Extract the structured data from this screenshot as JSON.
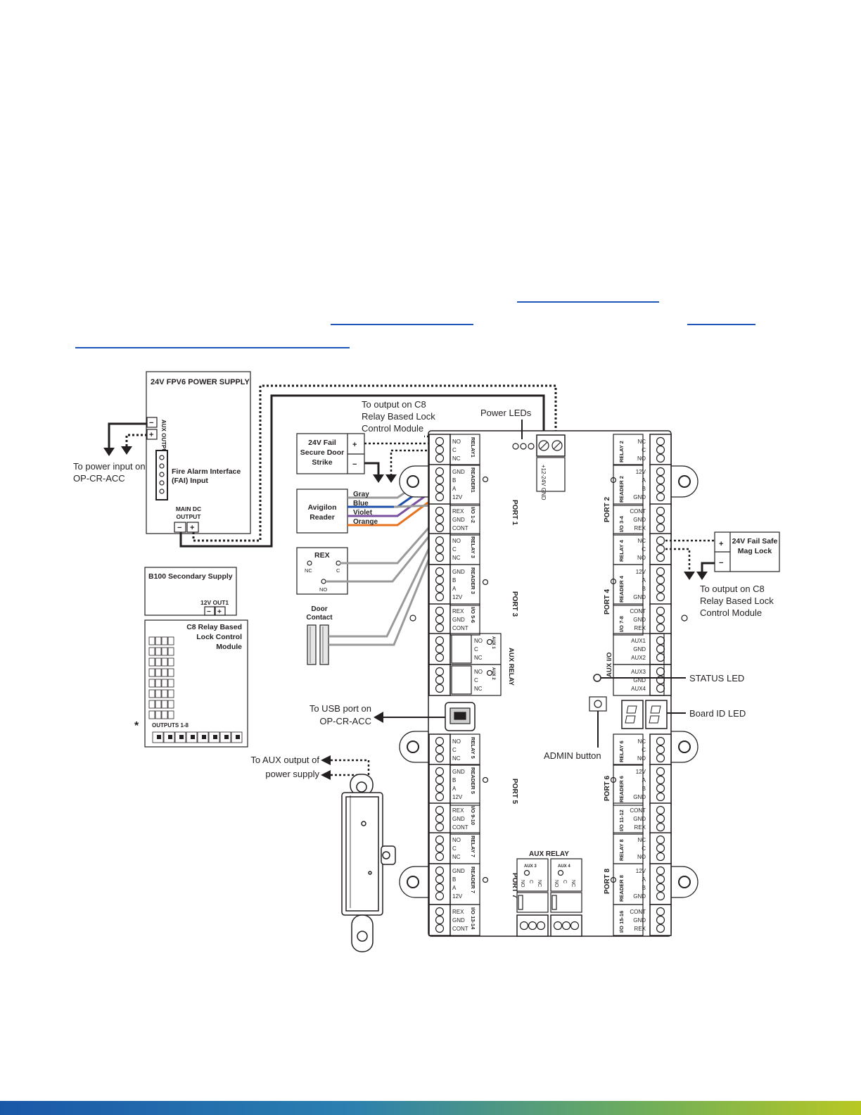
{
  "labels": {
    "psu_title": "24V FPV6 POWER SUPPLY",
    "aux_output": "AUX OUTPUT",
    "fai": "Fire Alarm Interface (FAI) Input",
    "main_dc": "MAIN DC OUTPUT",
    "to_power_input": "To power input on OP-CR-ACC",
    "b100": "B100 Secondary Supply",
    "b100_out": "12V OUT1",
    "c8_title": "C8 Relay Based Lock Control Module",
    "outputs": "OUTPUTS 1-8",
    "asterisk": "*",
    "to_output_c8_top": "To output on C8 Relay Based Lock Control Module",
    "strike": "24V Fail Secure Door Strike",
    "power_leds": "Power LEDs",
    "power_terminal": "+12-24V GND",
    "reader_box": "Avigilon Reader",
    "rex_box": "REX",
    "door_contact": "Door Contact",
    "to_usb": "To USB port on OP-CR-ACC",
    "to_aux_output": "To AUX output of power supply",
    "maglock": "24V Fail Safe Mag Lock",
    "to_output_c8_right": "To output on C8 Relay Based Lock Control Module",
    "status_led": "STATUS LED",
    "board_id": "Board ID LED",
    "admin": "ADMIN button",
    "aux_relay_bottom": "AUX RELAY",
    "aux_io": "AUX I/O"
  },
  "wires": [
    "Gray",
    "Blue",
    "Violet",
    "Orange"
  ],
  "wire_colors": {
    "Gray": "#9a9a9a",
    "Blue": "#1e4fa8",
    "Violet": "#7a4fa0",
    "Orange": "#e8731f"
  },
  "rex_pins": [
    "NC",
    "C",
    "NO"
  ],
  "ports": [
    "PORT 1",
    "PORT 2",
    "PORT 3",
    "PORT 4",
    "PORT 5",
    "PORT 6",
    "PORT 7",
    "PORT 8"
  ],
  "left_blocks": [
    {
      "name": "RELAY1",
      "pins": [
        "NO",
        "C",
        "NC"
      ]
    },
    {
      "name": "READER1",
      "pins": [
        "GND",
        "B",
        "A",
        "12V"
      ]
    },
    {
      "name": "I/O 1-2",
      "pins": [
        "REX",
        "GND",
        "CONT"
      ]
    },
    {
      "name": "RELAY 3",
      "pins": [
        "NO",
        "C",
        "NC"
      ]
    },
    {
      "name": "READER 3",
      "pins": [
        "GND",
        "B",
        "A",
        "12V"
      ]
    },
    {
      "name": "I/O 5-6",
      "pins": [
        "REX",
        "GND",
        "CONT"
      ]
    },
    {
      "name": "AUX 1",
      "pins": [
        "NO",
        "C",
        "NC"
      ]
    },
    {
      "name": "AUX 2",
      "pins": [
        "NO",
        "C",
        "NC"
      ]
    },
    {
      "name": "RELAY 5",
      "pins": [
        "NO",
        "C",
        "NC"
      ]
    },
    {
      "name": "READER 5",
      "pins": [
        "GND",
        "B",
        "A",
        "12V"
      ]
    },
    {
      "name": "I/O 9-10",
      "pins": [
        "REX",
        "GND",
        "CONT"
      ]
    },
    {
      "name": "RELAY 7",
      "pins": [
        "NO",
        "C",
        "NC"
      ]
    },
    {
      "name": "READER 7",
      "pins": [
        "GND",
        "B",
        "A",
        "12V"
      ]
    },
    {
      "name": "I/O 13-14",
      "pins": [
        "REX",
        "GND",
        "CONT"
      ]
    }
  ],
  "right_blocks": [
    {
      "name": "RELAY 2",
      "pins": [
        "NC",
        "C",
        "NO"
      ]
    },
    {
      "name": "READER 2",
      "pins": [
        "12V",
        "A",
        "B",
        "GND"
      ]
    },
    {
      "name": "I/O 3-4",
      "pins": [
        "CONT",
        "GND",
        "REX"
      ]
    },
    {
      "name": "RELAY 4",
      "pins": [
        "NC",
        "C",
        "NO"
      ]
    },
    {
      "name": "READER 4",
      "pins": [
        "12V",
        "A",
        "B",
        "GND"
      ]
    },
    {
      "name": "I/O 7-8",
      "pins": [
        "CONT",
        "GND",
        "REX"
      ]
    },
    {
      "name": "AUX I/O A",
      "pins": [
        "AUX1",
        "GND",
        "AUX2"
      ]
    },
    {
      "name": "AUX I/O B",
      "pins": [
        "AUX3",
        "GND",
        "AUX4"
      ]
    },
    {
      "name": "RELAY 6",
      "pins": [
        "NC",
        "C",
        "NO"
      ]
    },
    {
      "name": "READER 6",
      "pins": [
        "12V",
        "A",
        "B",
        "GND"
      ]
    },
    {
      "name": "I/O 11-12",
      "pins": [
        "CONT",
        "GND",
        "REX"
      ]
    },
    {
      "name": "RELAY 8",
      "pins": [
        "NC",
        "C",
        "NO"
      ]
    },
    {
      "name": "READER 8",
      "pins": [
        "12V",
        "A",
        "B",
        "GND"
      ]
    },
    {
      "name": "I/O 15-16",
      "pins": [
        "CONT",
        "GND",
        "REX"
      ]
    }
  ],
  "bottom_aux": [
    {
      "name": "AUX 3",
      "pins": [
        "NO",
        "C",
        "NC"
      ]
    },
    {
      "name": "AUX 4",
      "pins": [
        "NO",
        "C",
        "NC"
      ]
    }
  ],
  "aux_relay_side": "AUX RELAY"
}
